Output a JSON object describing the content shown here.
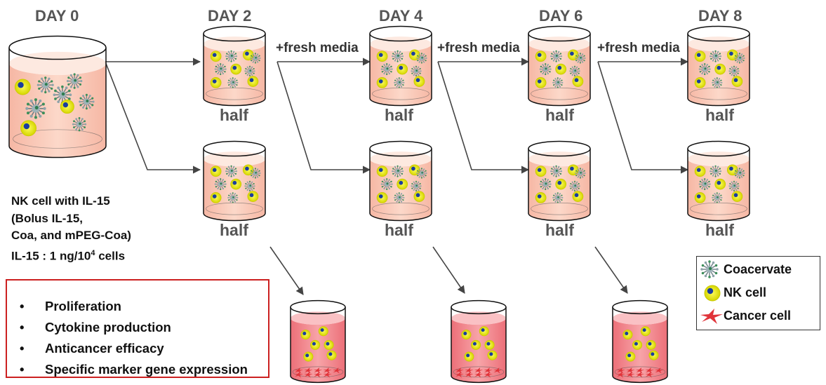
{
  "days": [
    "DAY 0",
    "DAY 2",
    "DAY 4",
    "DAY 6",
    "DAY 8"
  ],
  "transfer_label": "+fresh media",
  "split_label": "half",
  "condition": {
    "line1": "NK cell with IL-15",
    "line2": "(Bolus IL-15,",
    "line3": "Coa, and mPEG-Coa)",
    "line4_prefix": "IL-15 : 1 ng/10",
    "line4_sup": "4",
    "line4_suffix": " cells"
  },
  "assays": [
    "Proliferation",
    "Cytokine production",
    "Anticancer efficacy",
    "Specific marker gene expression"
  ],
  "legend": {
    "coacervate": "Coacervate",
    "nk_cell": "NK cell",
    "cancer_cell": "Cancer cell"
  },
  "colors": {
    "medium": "#f9c7b5",
    "cancer_medium": "#f07e86",
    "nk_cell": "#f2f21a",
    "nucleus": "#1a3d9e",
    "cancer_cell": "#e0343a",
    "box_border": "#cc2020",
    "arrow": "#444444"
  }
}
